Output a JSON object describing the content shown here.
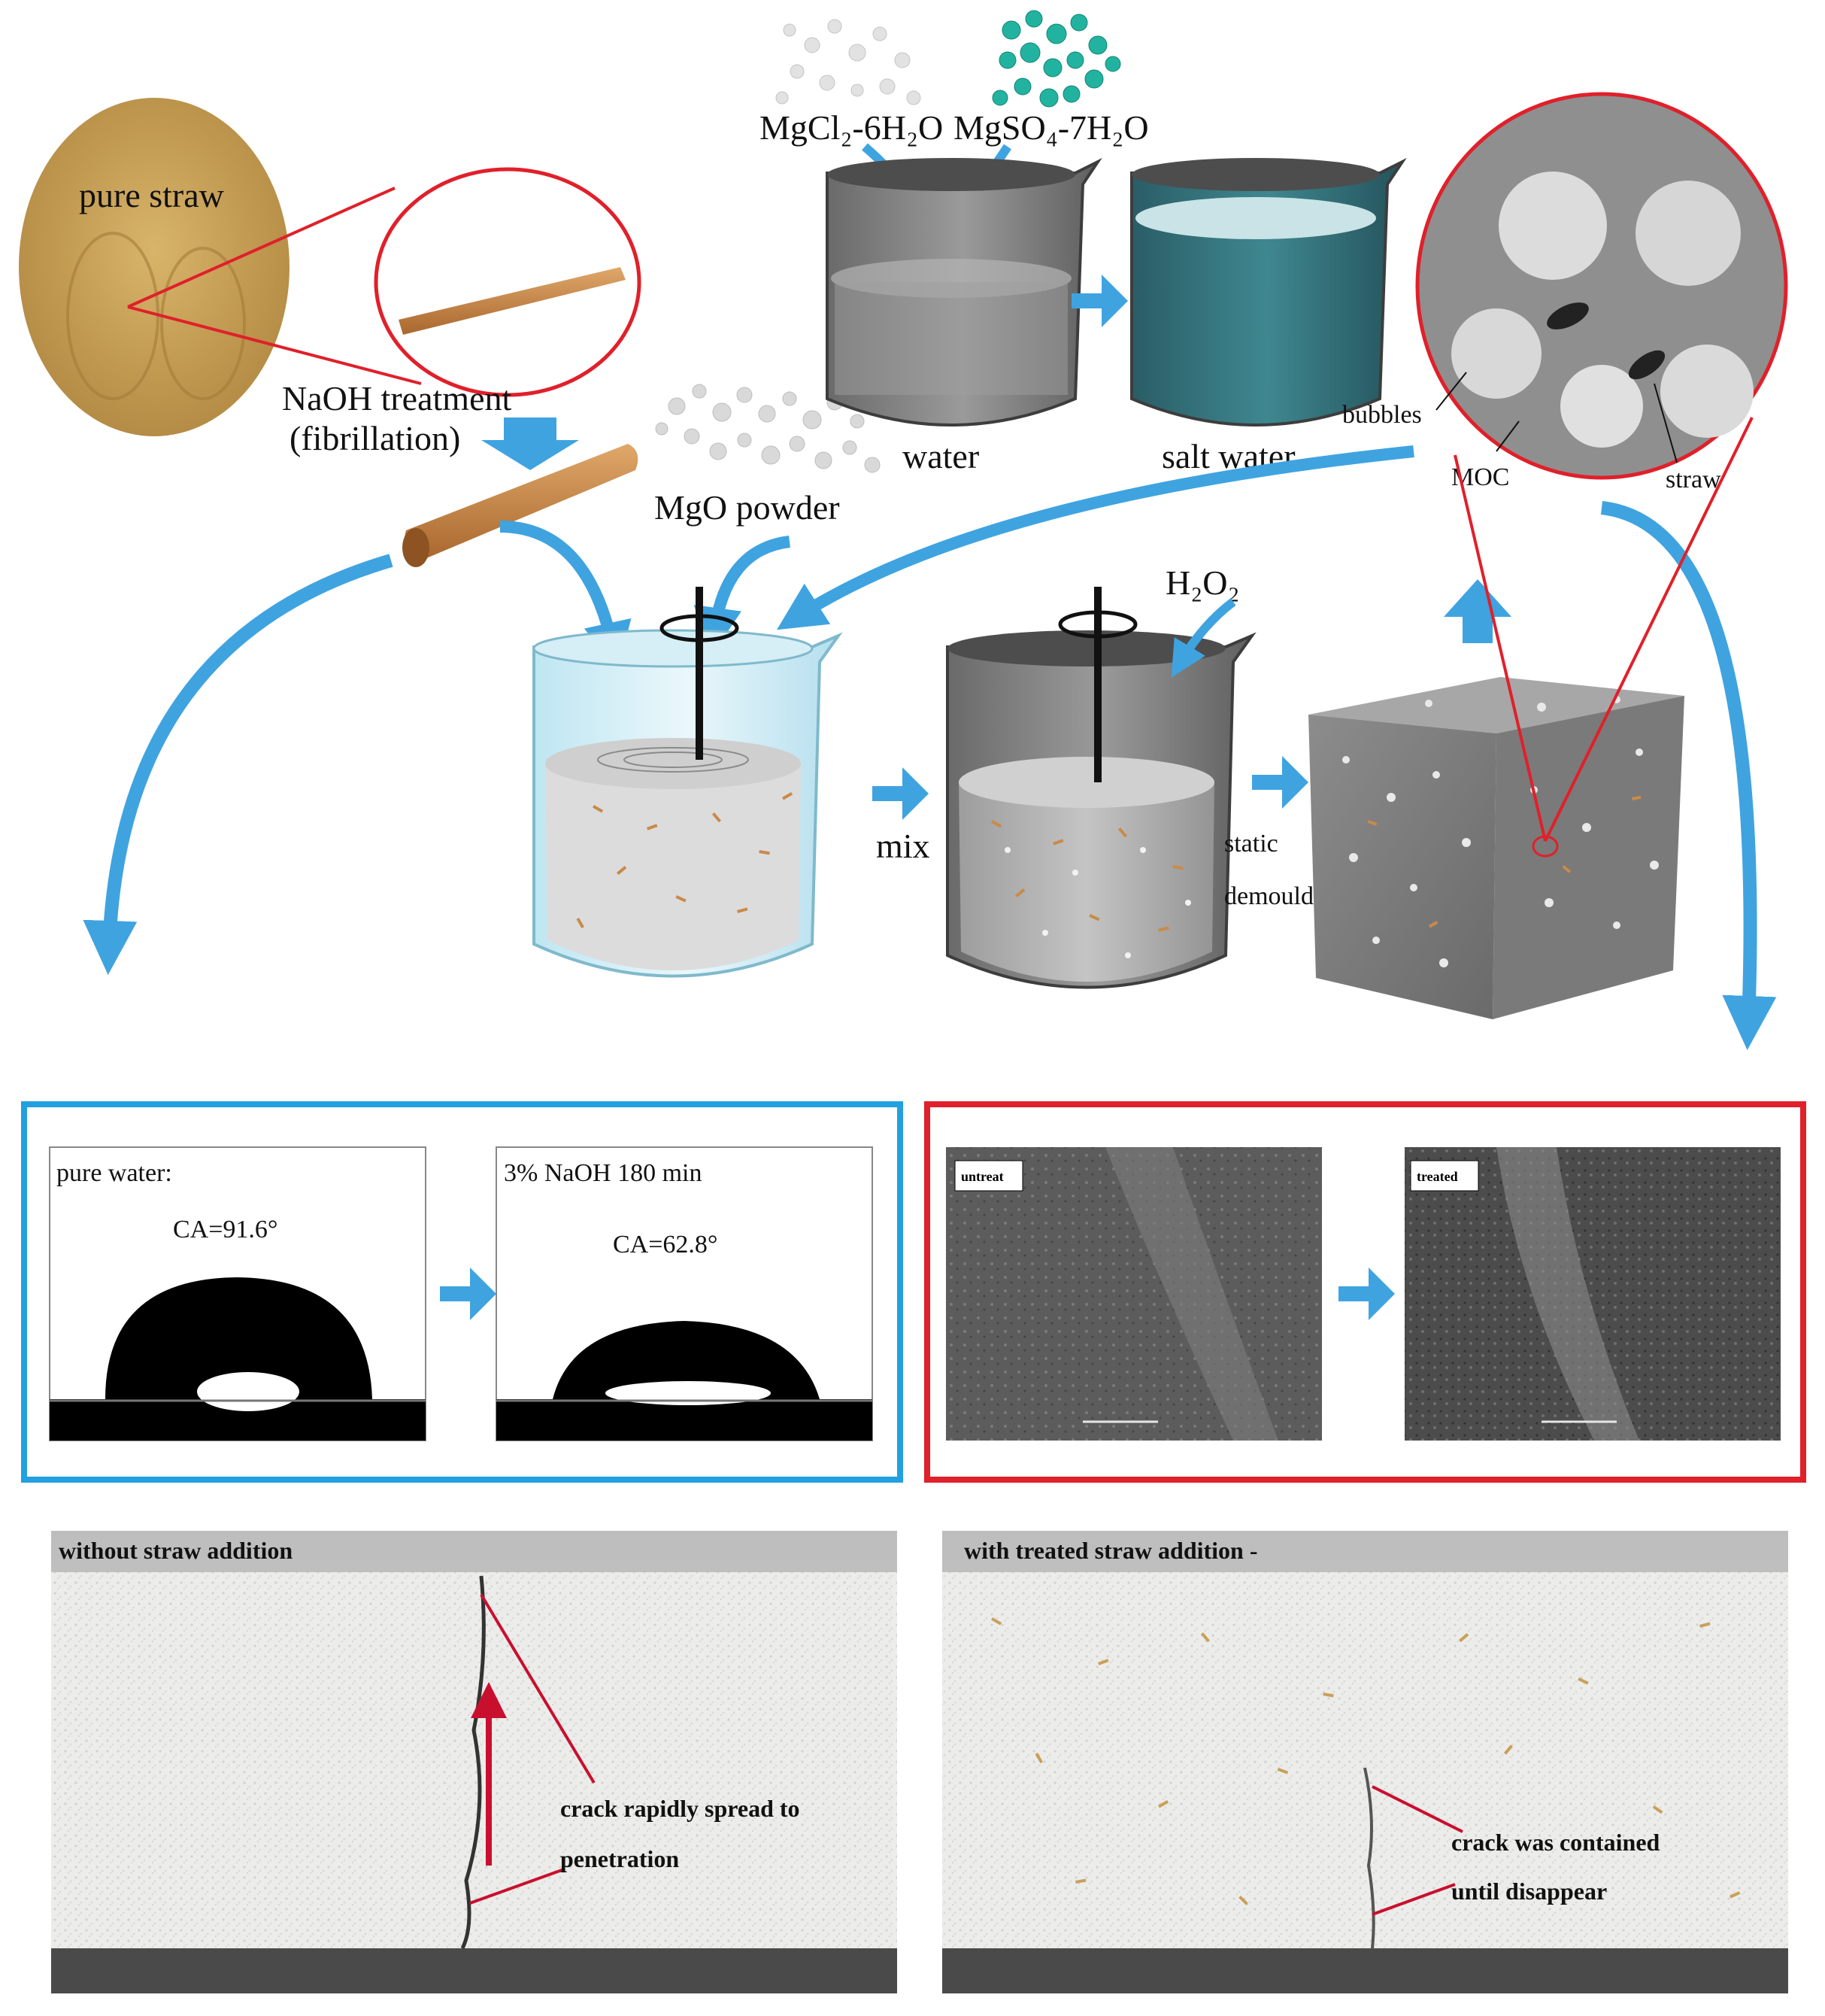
{
  "labels": {
    "pure_straw": "pure straw",
    "naoh_treatment": "NaOH treatment",
    "fibrillation": "(fibrillation)",
    "mgcl2": "MgCl₂-6H₂O",
    "mgso4": "MgSO₄-7H₂O",
    "water": "water",
    "salt_water": "salt water",
    "mgo_powder": "MgO powder",
    "h2o2": "H₂O₂",
    "mix": "mix",
    "static": "static",
    "demoulding": "demoulding",
    "bubbles": "bubbles",
    "moc": "MOC",
    "straw": "straw"
  },
  "contact_angle": {
    "panel1_title": "pure water:",
    "panel1_ca": "CA=91.6°",
    "panel2_title": "3% NaOH 180 min",
    "panel2_ca": "CA=62.8°"
  },
  "sem": {
    "untreat_tag": "untreat",
    "treated_tag": "treated"
  },
  "crack_photos": {
    "left_title": "without straw addition",
    "left_note_1": "crack rapidly spread to",
    "left_note_2": "penetration",
    "right_title": "with treated straw addition -",
    "right_note_1": "crack was contained",
    "right_note_2": "until disappear"
  },
  "colors": {
    "blue_arrow": "#3fa3e0",
    "blue_frame": "#22a0e0",
    "red_frame": "#e0202a",
    "straw": "#c98a4a",
    "salt_water": "#2f6f78",
    "sem_gray": "#5a5a5a"
  }
}
